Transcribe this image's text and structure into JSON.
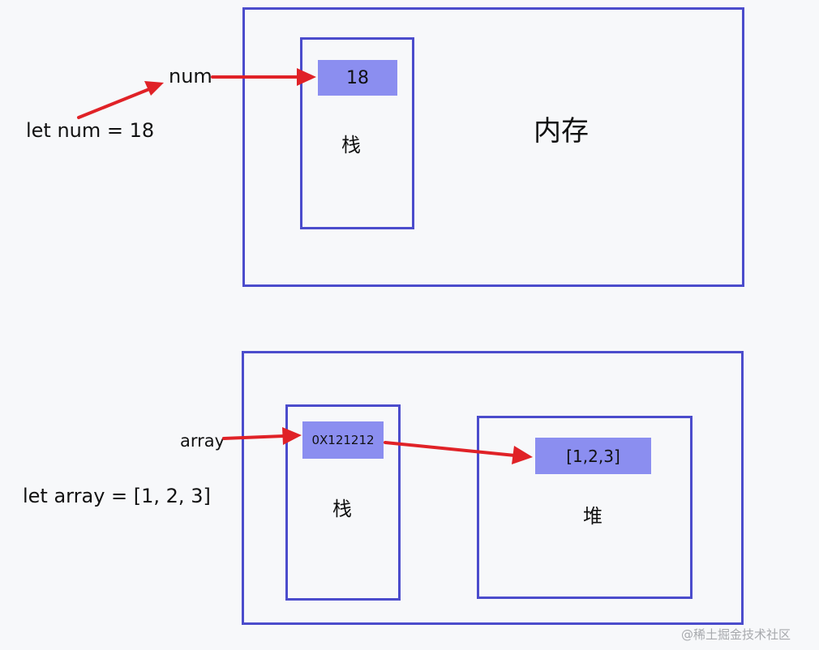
{
  "top": {
    "code": "let num = 18",
    "var_name": "num",
    "value": "18",
    "stack_label": "栈",
    "memory_label": "内存"
  },
  "bottom": {
    "code": "let array = [1, 2, 3]",
    "var_name": "array",
    "address": "0X121212",
    "stack_label": "栈",
    "heap_value": "[1,2,3]",
    "heap_label": "堆"
  },
  "watermark": "@稀土掘金技术社区",
  "colors": {
    "box_border": "#4b4ccc",
    "cell_fill": "#8b8ef0",
    "arrow": "#e02227",
    "background": "#f7f8fa"
  }
}
